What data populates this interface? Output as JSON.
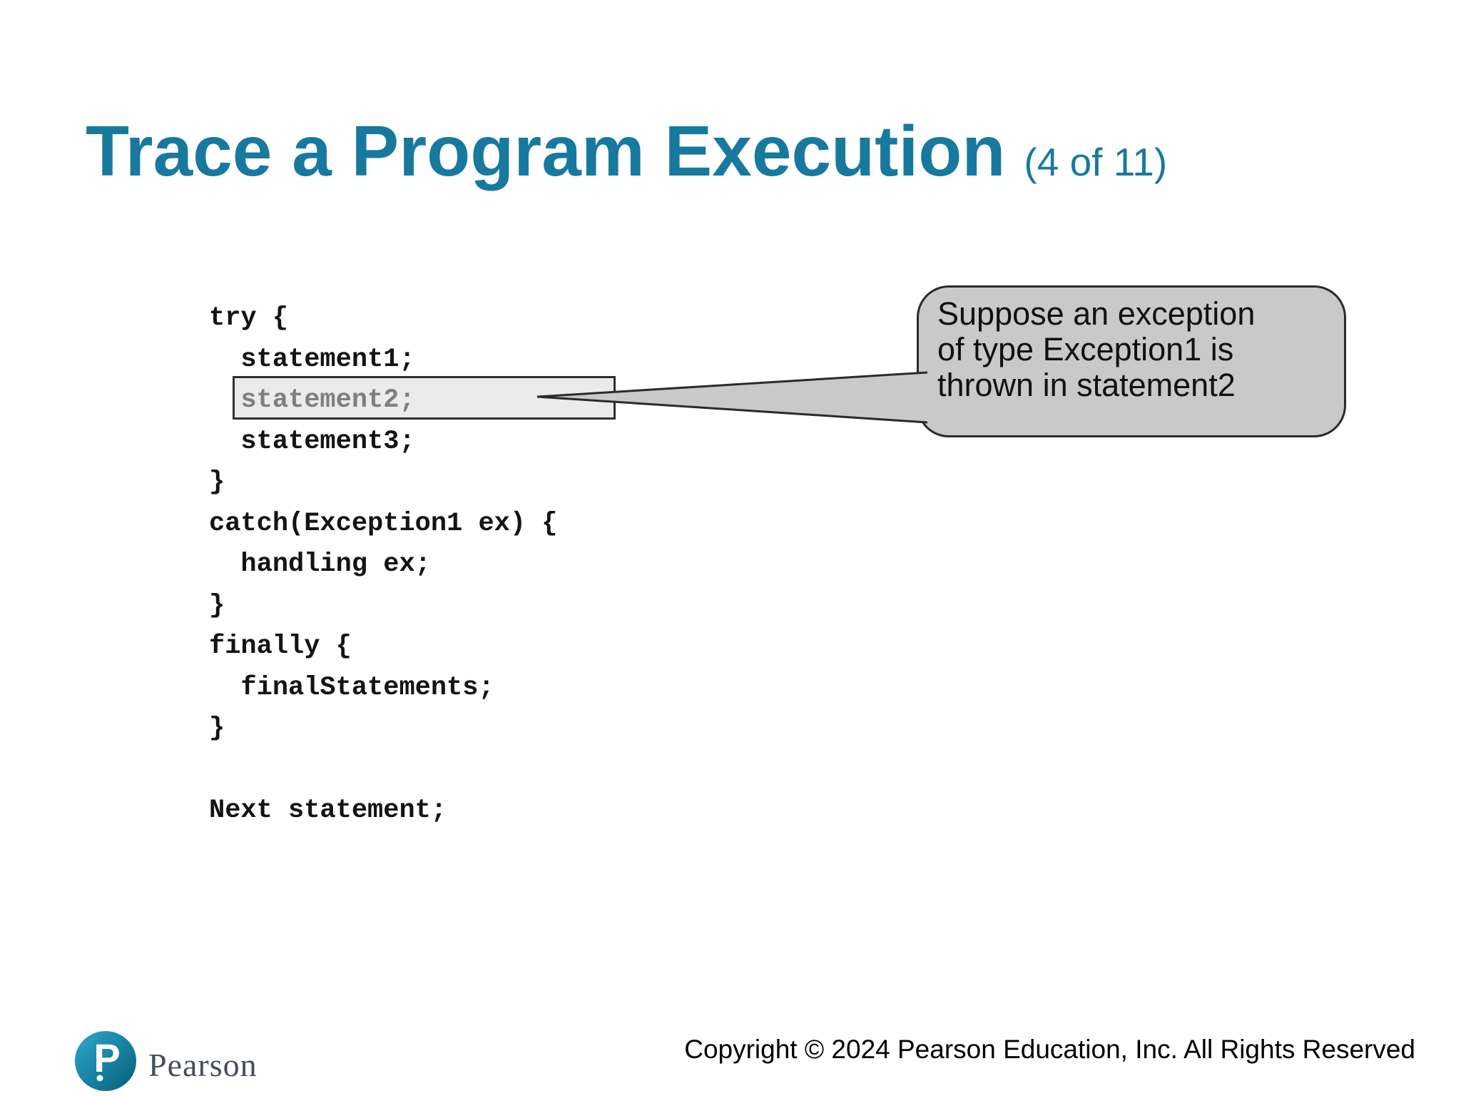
{
  "slide": {
    "title": "Trace a Program Execution",
    "subtitle": "(4 of 11)"
  },
  "code": {
    "lines": [
      "try {",
      "  statement1;",
      "  statement2;",
      "  statement3;",
      "}",
      "catch(Exception1 ex) {",
      "  handling ex;",
      "}",
      "finally {",
      "  finalStatements;",
      "}",
      "",
      "Next statement;"
    ],
    "highlighted_line_index": 2,
    "highlighted_text": "statement2;"
  },
  "callout": {
    "lines": [
      "Suppose an exception",
      "of type Exception1 is",
      "thrown in statement2"
    ]
  },
  "footer": {
    "brand": "Pearson",
    "logo_letter": "P",
    "copyright": "Copyright © 2024 Pearson Education, Inc. All Rights Reserved"
  },
  "colors": {
    "title_color": "#18799f",
    "code_text": "#141414",
    "highlight_fill": "#ebebeb",
    "highlight_border": "#303030",
    "highlight_text": "#7f7f7f",
    "bubble_fill": "#c9c9c9",
    "bubble_border": "#2a2a2a",
    "brand_text": "#434f5a"
  }
}
